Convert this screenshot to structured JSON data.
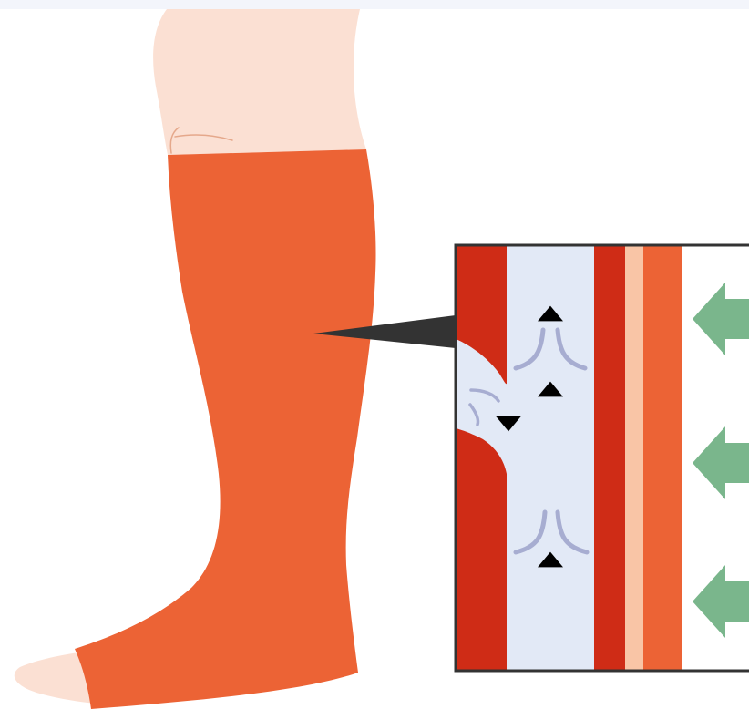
{
  "colors": {
    "background": "#ffffff",
    "top_band": "#f3f5fb",
    "skin": "#fbe0d3",
    "skin_line": "#e5a88b",
    "stocking": "#ec6335",
    "vessel_wall": "#cf2c16",
    "fat_layer": "#f9c5a6",
    "blood": "#e2e9f6",
    "flow_swirl": "#a7add1",
    "valve_arrow": "#000000",
    "pressure_arrow": "#7ab68c",
    "pointer": "#333333",
    "frame": "#333333"
  },
  "icons": {
    "pressure": "left-arrow-icon",
    "flow_up": "up-triangle-icon",
    "flow_down": "down-triangle-icon"
  },
  "inset": {
    "pressure_arrow_count": 3,
    "flow_arrows": [
      "up",
      "up",
      "down",
      "up"
    ]
  }
}
